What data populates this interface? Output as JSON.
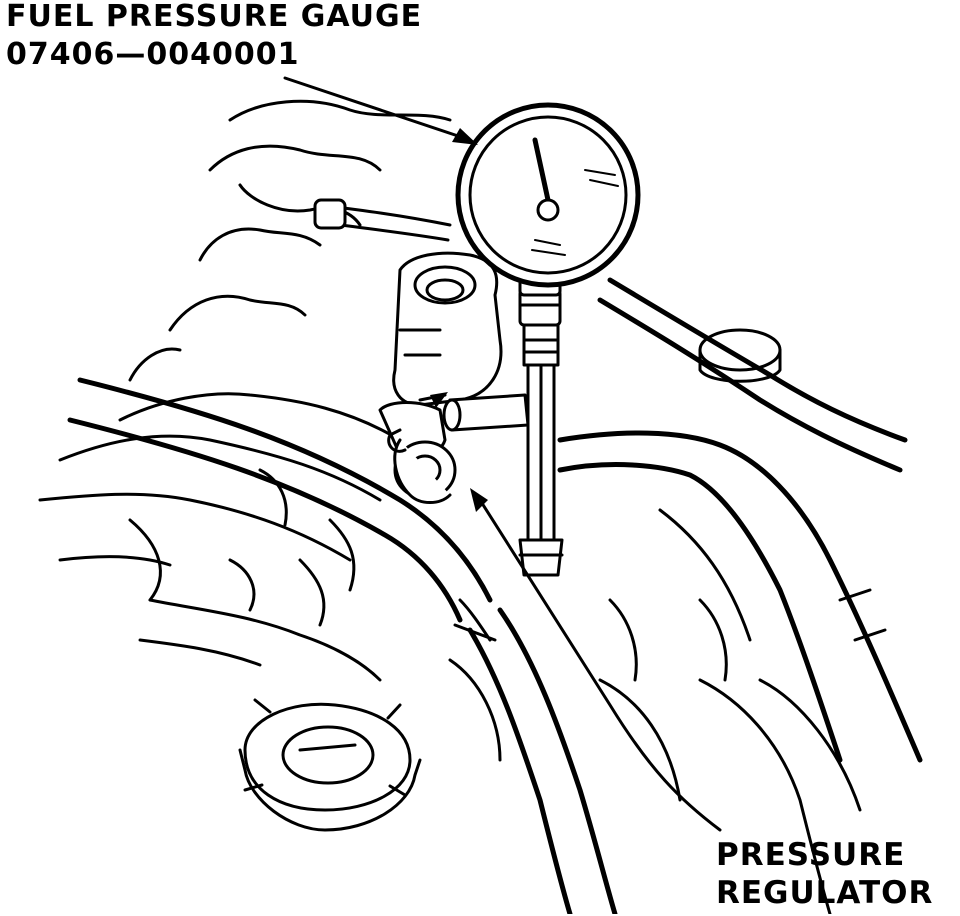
{
  "labels": {
    "gauge_line1": "FUEL PRESSURE GAUGE",
    "gauge_line2": "07406—0040001",
    "regulator_line1": "PRESSURE",
    "regulator_line2": "REGULATOR"
  },
  "colors": {
    "ink": "#000000",
    "paper": "#ffffff"
  }
}
